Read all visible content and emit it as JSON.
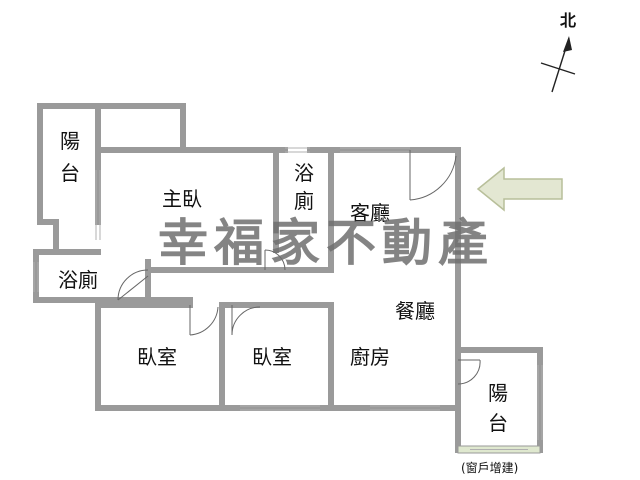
{
  "compass": {
    "label": "北",
    "icon": "north-arrow-icon"
  },
  "entrance": {
    "icon": "entrance-arrow-icon",
    "color": "#e3e7d2",
    "stroke": "#b8bf9a"
  },
  "watermark": "幸福家不動產",
  "rooms": {
    "balcony_top_left": "陽台",
    "master_bedroom": "主臥",
    "bathroom_center": "浴廁",
    "living_room": "客廳",
    "bathroom_left": "浴廁",
    "dining_room": "餐廳",
    "bedroom_left": "臥室",
    "bedroom_center": "臥室",
    "kitchen": "廚房",
    "balcony_bottom_right": "陽台"
  },
  "note": "(窗戶增建)",
  "colors": {
    "wall": "#9a9a9a",
    "watermark": "#6f6f6f"
  }
}
